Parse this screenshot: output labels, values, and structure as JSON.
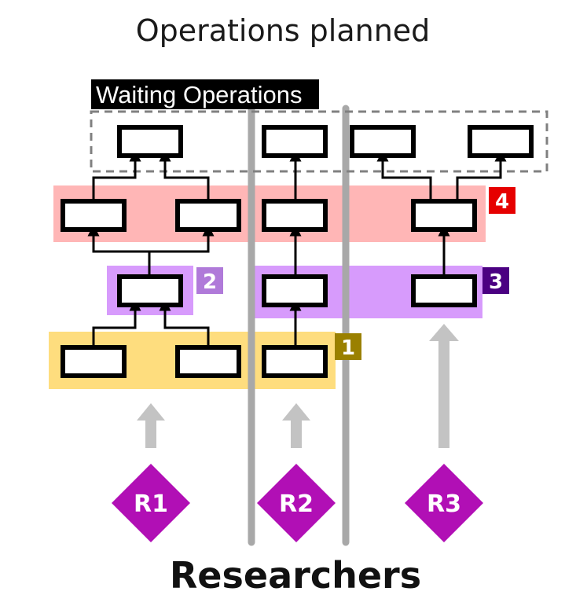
{
  "title": "Operations planned",
  "waiting_label": "Waiting Operations",
  "footer": "Researchers",
  "colors": {
    "band_1": "#fedd7e",
    "band_2": "#d79bfc",
    "band_3": "#d79bfc",
    "band_4": "#ffb6b6",
    "badge_1": "#9a8000",
    "badge_2": "#b07ad9",
    "badge_3": "#4b0082",
    "badge_4": "#e60000",
    "researcher": "#b10fb5",
    "divider": "#a8a8a8",
    "arrow": "#c3c3c3"
  },
  "stages": [
    {
      "badge": "1"
    },
    {
      "badge": "2"
    },
    {
      "badge": "3"
    },
    {
      "badge": "4"
    }
  ],
  "researchers": [
    {
      "label": "R1"
    },
    {
      "label": "R2"
    },
    {
      "label": "R3"
    }
  ]
}
